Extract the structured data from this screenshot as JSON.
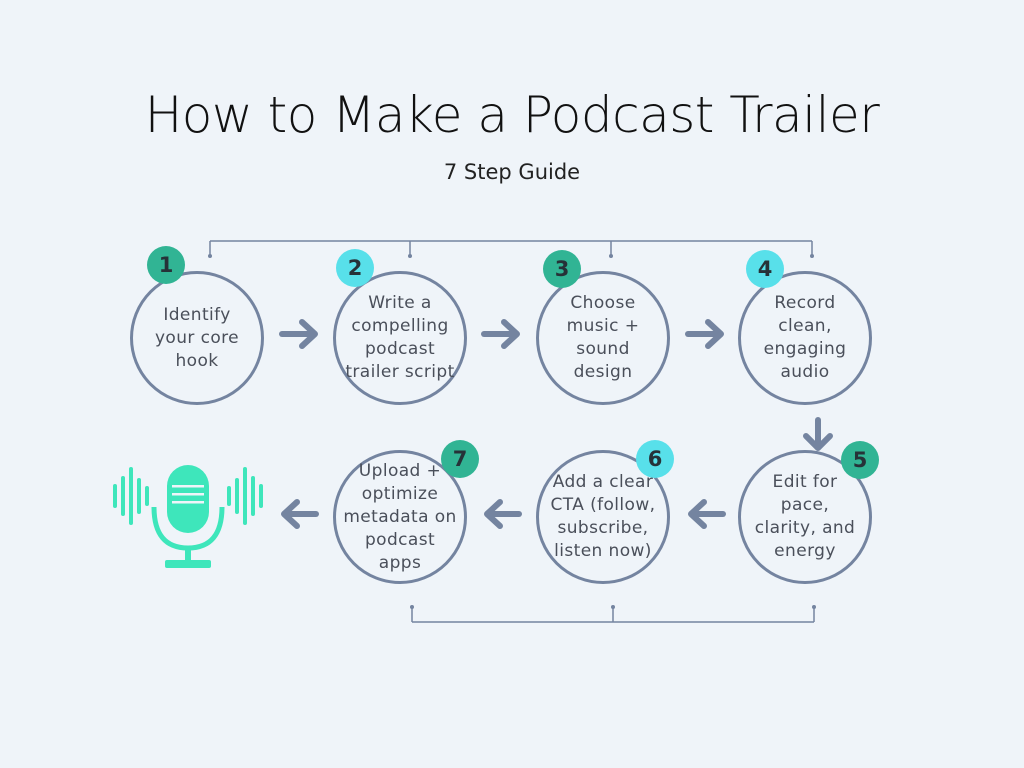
{
  "header": {
    "title": "How to Make a Podcast Trailer",
    "subtitle": "7 Step Guide"
  },
  "steps": [
    {
      "number": "1",
      "text": "Identify\nyour core\nhook",
      "badge_color": "#31b494"
    },
    {
      "number": "2",
      "text": "Write a\ncompelling\npodcast\ntrailer script",
      "badge_color": "#58e0ea"
    },
    {
      "number": "3",
      "text": "Choose\nmusic +\nsound\ndesign",
      "badge_color": "#31b494"
    },
    {
      "number": "4",
      "text": "Record\nclean,\nengaging\naudio",
      "badge_color": "#58e0ea"
    },
    {
      "number": "5",
      "text": "Edit for\npace,\nclarity, and\nenergy",
      "badge_color": "#31b494"
    },
    {
      "number": "6",
      "text": "Add a clear\nCTA (follow,\nsubscribe,\nlisten now)",
      "badge_color": "#58e0ea"
    },
    {
      "number": "7",
      "text": "Upload +\noptimize\nmetadata on\npodcast\napps",
      "badge_color": "#31b494"
    }
  ],
  "colors": {
    "background": "#eff4f9",
    "circle_border": "#7484a0",
    "arrow": "#7484a0",
    "bracket": "#7484a0",
    "mic": "#3ee6bb"
  },
  "icons": {
    "final": "microphone-soundwave-icon"
  }
}
